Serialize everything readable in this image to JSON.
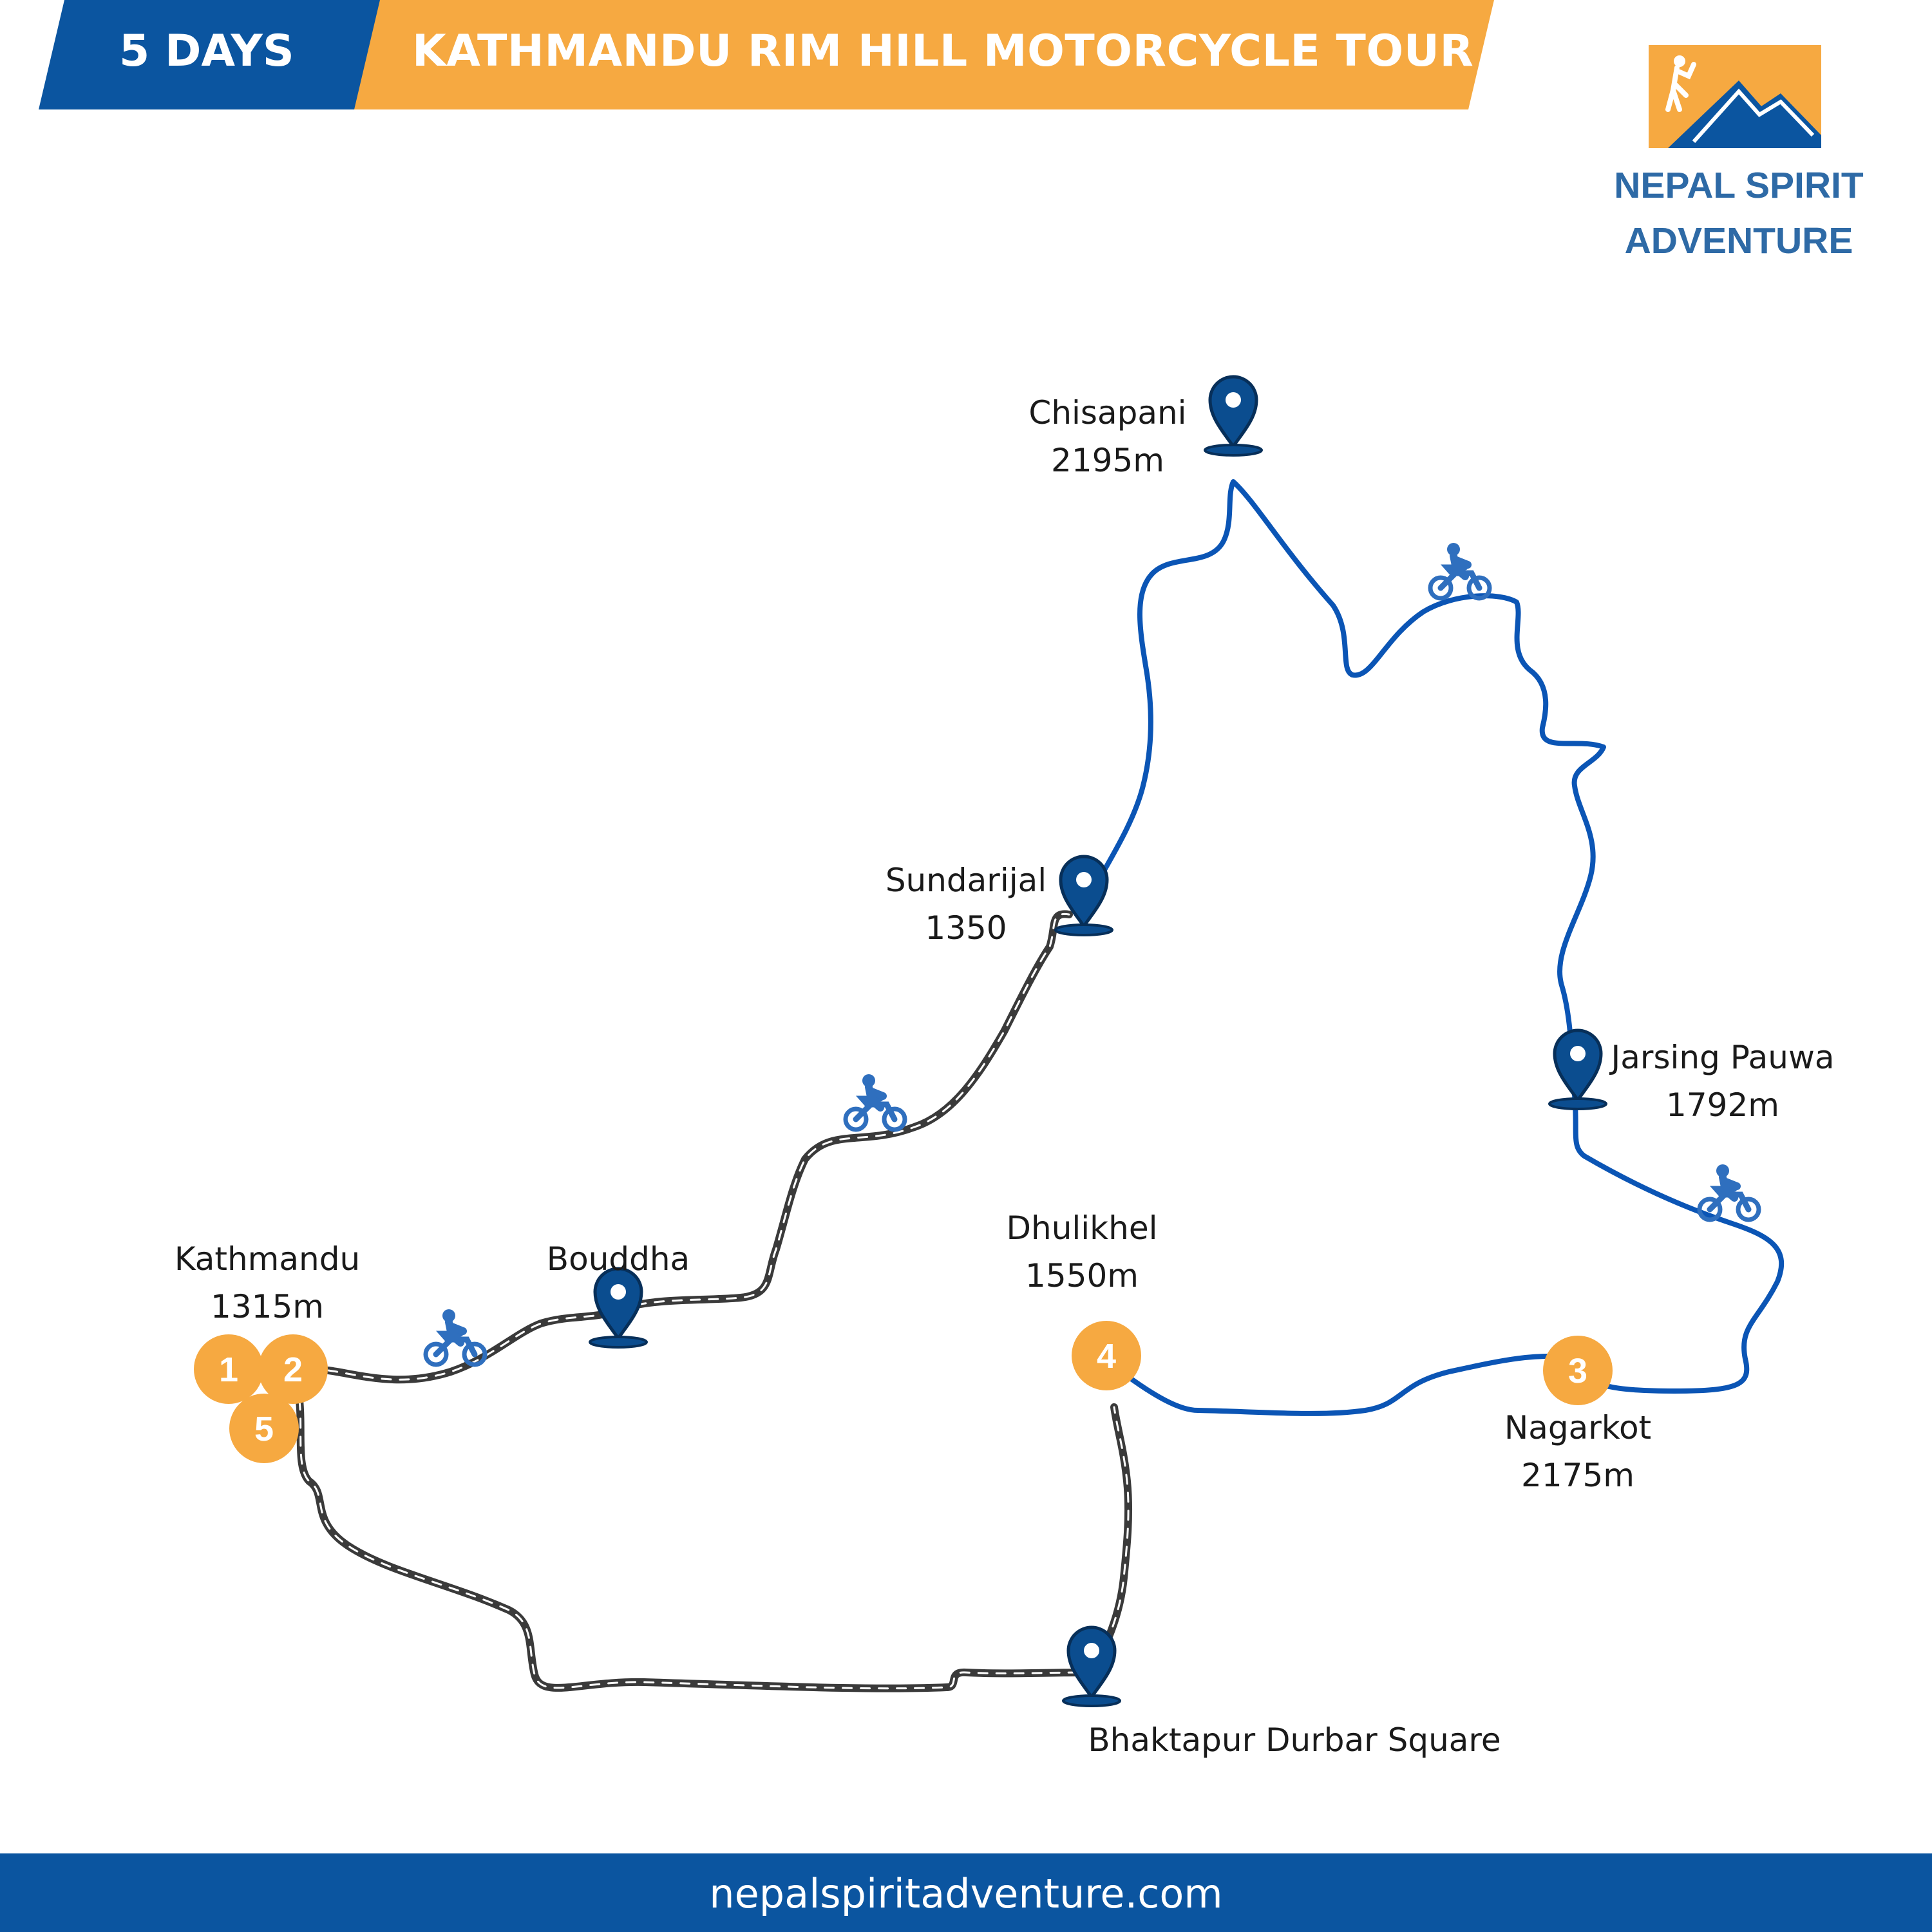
{
  "banner": {
    "days": "5 DAYS",
    "title": "KATHMANDU RIM HILL MOTORCYCLE TOUR"
  },
  "logo": {
    "line1": "NEPAL SPIRIT",
    "line2": "ADVENTURE"
  },
  "colors": {
    "blue": "#0b55a0",
    "orange": "#f6a941",
    "route_blue": "#0b55b5",
    "road_gray": "#3a3a3a"
  },
  "places": {
    "chisapani": {
      "name": "Chisapani",
      "elevation": "2195m"
    },
    "sundarijal": {
      "name": "Sundarijal",
      "elevation": "1350"
    },
    "jarsing": {
      "name": "Jarsing Pauwa",
      "elevation": "1792m"
    },
    "kathmandu": {
      "name": "Kathmandu",
      "elevation": "1315m"
    },
    "bouddha": {
      "name": "Bouddha"
    },
    "dhulikhel": {
      "name": "Dhulikhel",
      "elevation": "1550m"
    },
    "nagarkot": {
      "name": "Nagarkot",
      "elevation": "2175m"
    },
    "bhaktapur": {
      "name": "Bhaktapur Durbar Square"
    }
  },
  "days": {
    "d1": "1",
    "d2": "2",
    "d3": "3",
    "d4": "4",
    "d5": "5"
  },
  "icons": [
    "map-pin-icon",
    "motorcycle-icon",
    "hiker-mountain-logo-icon"
  ],
  "footer": {
    "url": "nepalspiritadventure.com"
  }
}
